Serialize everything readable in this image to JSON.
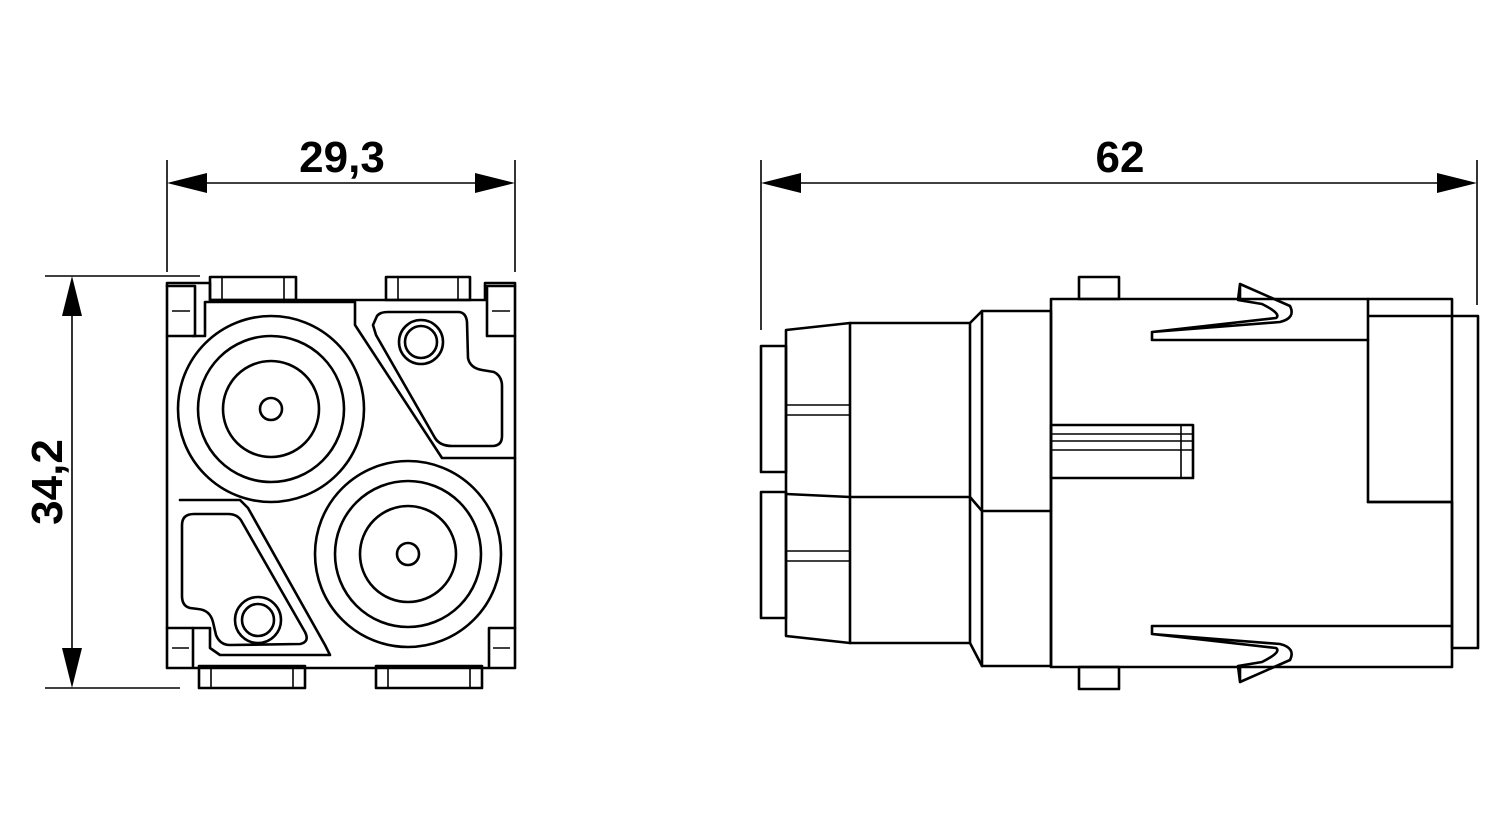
{
  "dimensions": {
    "front_width": "29,3",
    "front_height": "34,2",
    "side_length": "62"
  },
  "colors": {
    "line": "#000000",
    "background": "#ffffff"
  }
}
